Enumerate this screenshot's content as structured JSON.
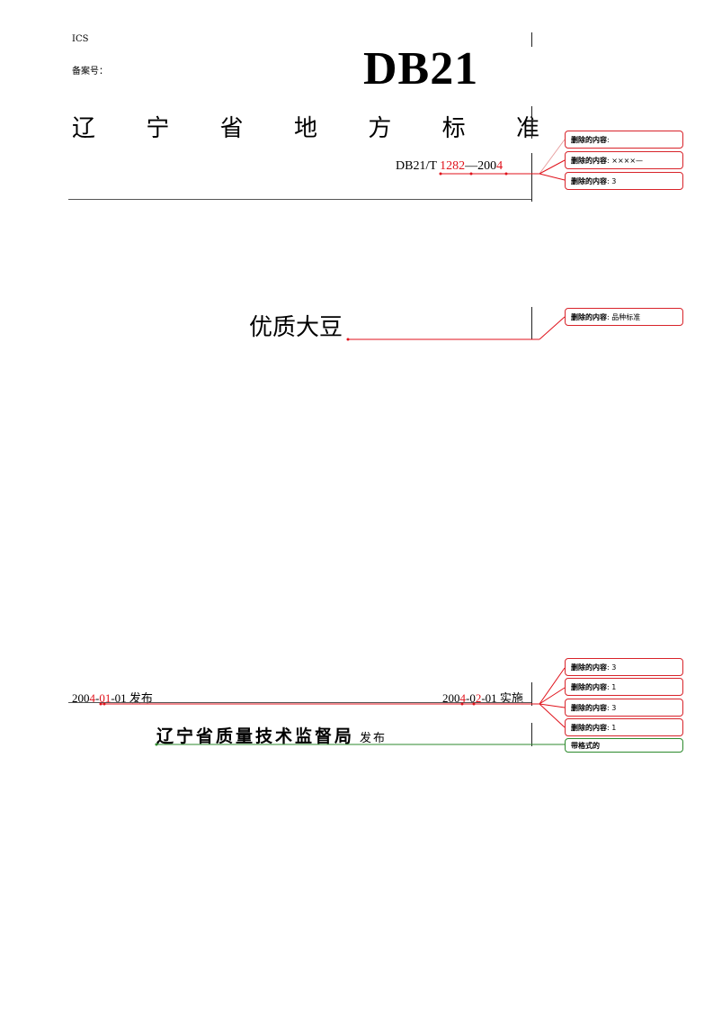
{
  "header": {
    "ics": "ICS",
    "record_no": "备案号：",
    "db_code": "DB21",
    "title_chars": [
      "辽",
      "宁",
      "省",
      "地",
      "方",
      "标",
      "准"
    ],
    "std_prefix": "DB21/T ",
    "std_number": "1282",
    "std_dash": "—200",
    "std_year_digit": "4"
  },
  "main": {
    "title": "优质大豆"
  },
  "footer": {
    "issue_date": {
      "a": "200",
      "b": "4",
      "c": "-",
      "d": "01",
      "e": "-01 发布"
    },
    "effective_date": {
      "a": "200",
      "b": "4",
      "c": "-0",
      "d": "2",
      "e": "-01 实施"
    },
    "issuer": "辽宁省质量技术监督局",
    "publish": "发布"
  },
  "comments": [
    {
      "label": "删除的内容",
      "text": ":"
    },
    {
      "label": "删除的内容",
      "text": ": ××××—"
    },
    {
      "label": "删除的内容",
      "text": ": 3"
    },
    {
      "label": "删除的内容",
      "text": ": 品种标准"
    },
    {
      "label": "删除的内容",
      "text": ": 3"
    },
    {
      "label": "删除的内容",
      "text": ": 1"
    },
    {
      "label": "删除的内容",
      "text": ": 3"
    },
    {
      "label": "删除的内容",
      "text": ": 1"
    },
    {
      "label": "带格式的",
      "text": ""
    }
  ],
  "colors": {
    "deletion": "#e0121b",
    "formatting": "#2c8a2c"
  }
}
